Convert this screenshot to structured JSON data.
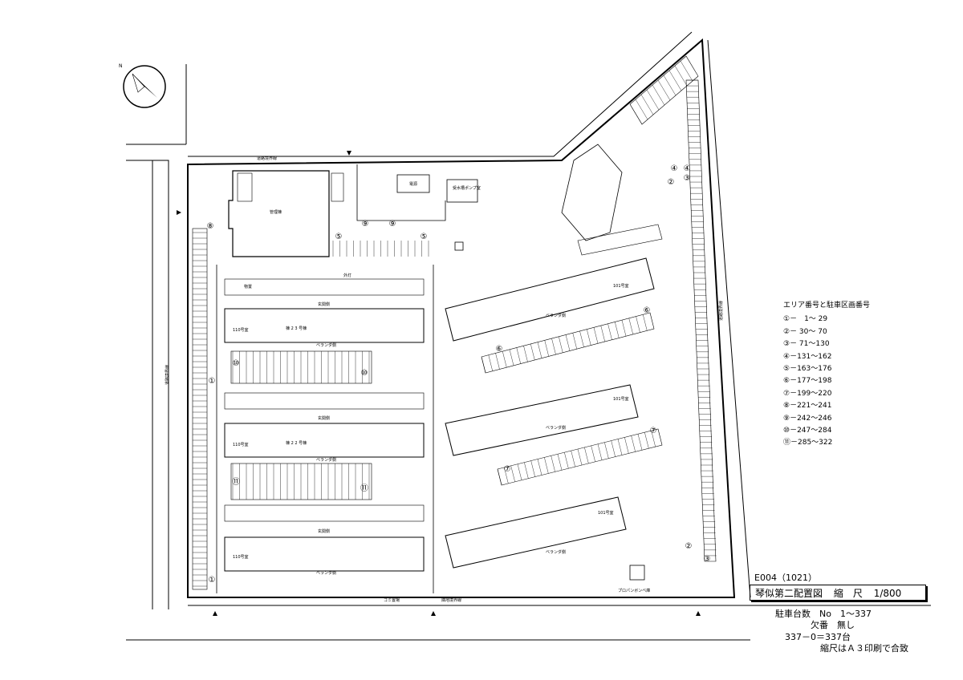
{
  "drawing_code": "E004（1021）",
  "title": {
    "name": "琴似第二配置図",
    "scale_label": "縮　尺",
    "scale_value": "1/800"
  },
  "parking": {
    "count_line": "駐車台数　No　1～337",
    "missing_line": "欠番　無し",
    "total_line": "337－0＝337台",
    "print_note": "縮尺はＡ３印刷で合致"
  },
  "legend": {
    "heading": "エリア番号と駐車区画番号",
    "items": [
      "①－　1～ 29",
      "②－ 30～ 70",
      "③－ 71～130",
      "④－131～162",
      "⑤－163～176",
      "⑥－177～198",
      "⑦－199～220",
      "⑧－221～241",
      "⑨－242～246",
      "⑩－247～284",
      "⑪－285～322"
    ]
  },
  "map": {
    "north": "N",
    "building_labels": {
      "admin": "管理棟",
      "storage": "物置",
      "entrance_side": "玄関側",
      "veranda_side": "ベランダ側",
      "unit_110": "110号室",
      "unit_101": "101号室",
      "block_23": "棟 2 3 号棟",
      "block_22": "棟 2 2 号棟",
      "pump_room": "受水槽ポンプ室",
      "electric": "電源",
      "outlight": "外灯",
      "propane": "プロパンボンベ庫",
      "waste": "ゴミ置場"
    },
    "boundary_labels": {
      "north_road": "道路境界線",
      "west_road": "道路境界線",
      "east_road": "道路境界線",
      "south_road": "隣地境界線"
    },
    "area_markers": [
      "①",
      "②",
      "③",
      "④",
      "⑤",
      "⑥",
      "⑦",
      "⑧",
      "⑨",
      "⑩",
      "⑪"
    ]
  }
}
